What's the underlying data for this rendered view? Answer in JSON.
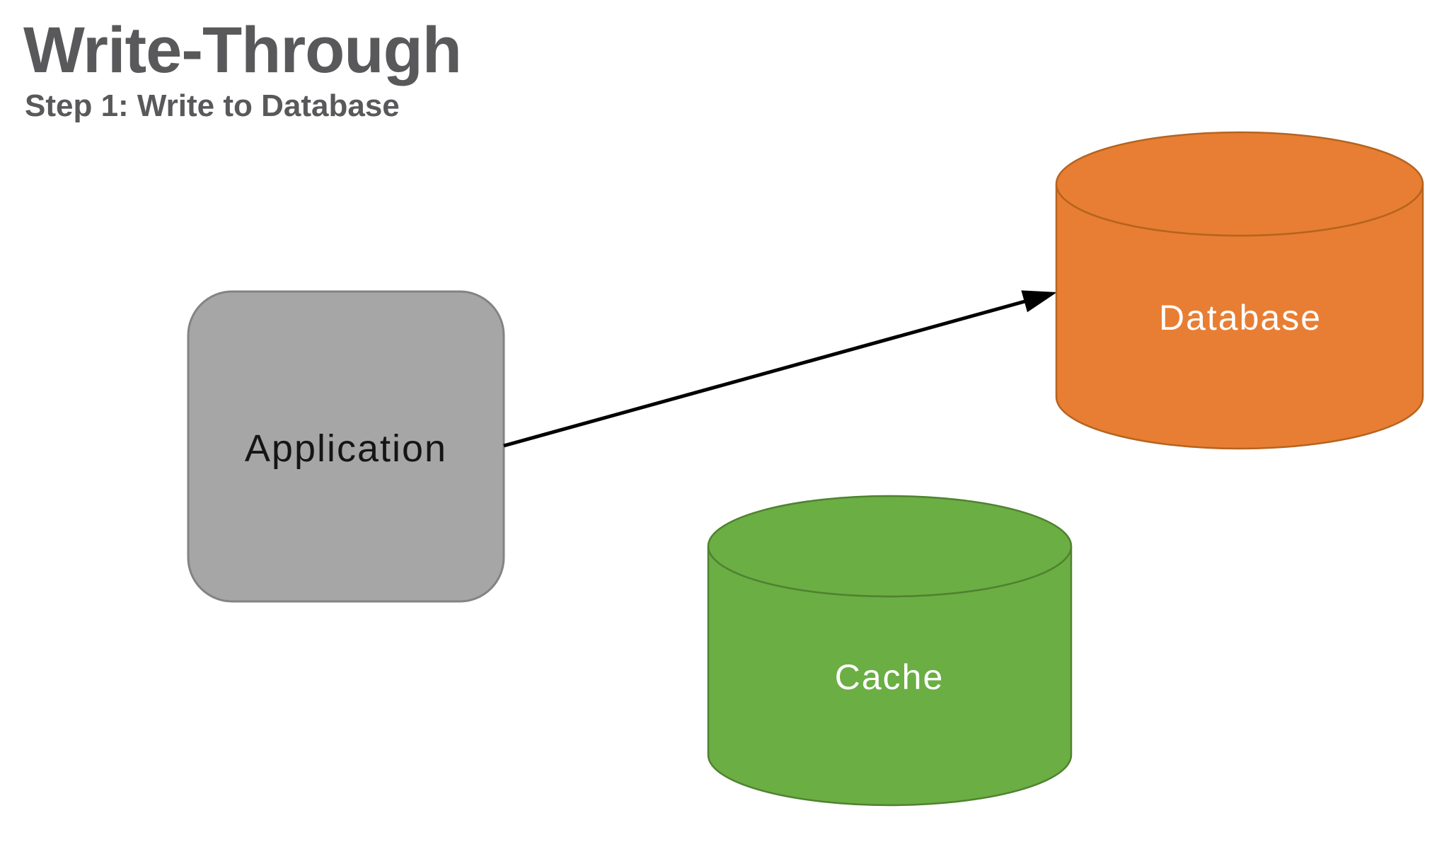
{
  "page": {
    "title": "Write-Through",
    "subtitle": "Step 1: Write to Database"
  },
  "diagram": {
    "nodes": [
      {
        "id": "application",
        "label": "Application",
        "shape": "rounded-square"
      },
      {
        "id": "database",
        "label": "Database",
        "shape": "cylinder"
      },
      {
        "id": "cache",
        "label": "Cache",
        "shape": "cylinder"
      }
    ],
    "edges": [
      {
        "from": "application",
        "to": "database",
        "type": "arrow",
        "meaning": "write to database"
      }
    ]
  },
  "colors": {
    "heading_text": "#59595B",
    "application_fill": "#A6A6A6",
    "application_stroke": "#838383",
    "application_text": "#151515",
    "database_fill": "#E87E33",
    "database_stroke": "#B5641F",
    "cache_fill": "#6BAE44",
    "cache_stroke": "#4F8230",
    "node_label_light": "#FFFFFF",
    "arrow": "#000000",
    "background": "#FFFFFF"
  }
}
